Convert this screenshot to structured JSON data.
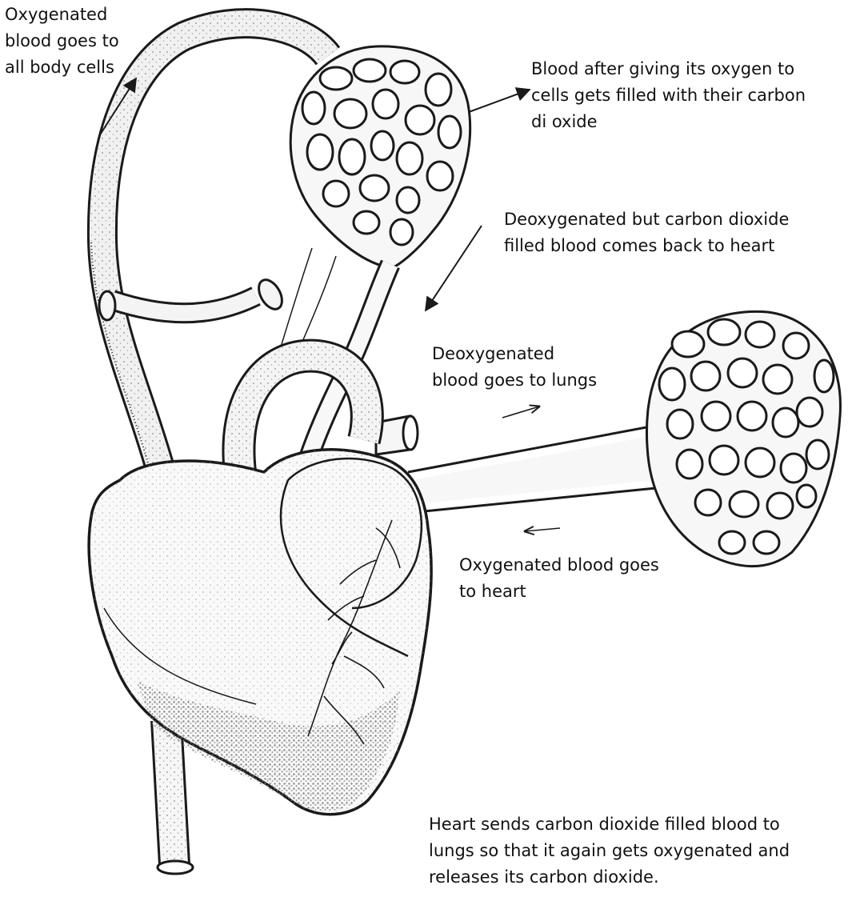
{
  "labels": {
    "oxy_to_body": [
      "Oxygenated",
      "blood goes to",
      "all body cells"
    ],
    "after_oxygen": [
      "Blood after giving its oxygen to",
      "cells gets filled with their carbon",
      "di oxide"
    ],
    "deoxy_back": [
      "Deoxygenated but carbon dioxide",
      "filled blood comes back to heart"
    ],
    "deoxy_lungs": [
      "Deoxygenated",
      "blood goes to lungs"
    ],
    "oxy_to_heart": [
      "Oxygenated blood goes",
      "to heart"
    ],
    "heart_sends": [
      "Heart sends carbon dioxide filled blood to",
      "lungs so that it again gets oxygenated and",
      "releases its carbon dioxide."
    ]
  },
  "colors": {
    "ink": "#1a1a1a",
    "stipple": "#9a9a9a",
    "vessel_fill": "#f4f4f4",
    "paper": "#ffffff"
  }
}
